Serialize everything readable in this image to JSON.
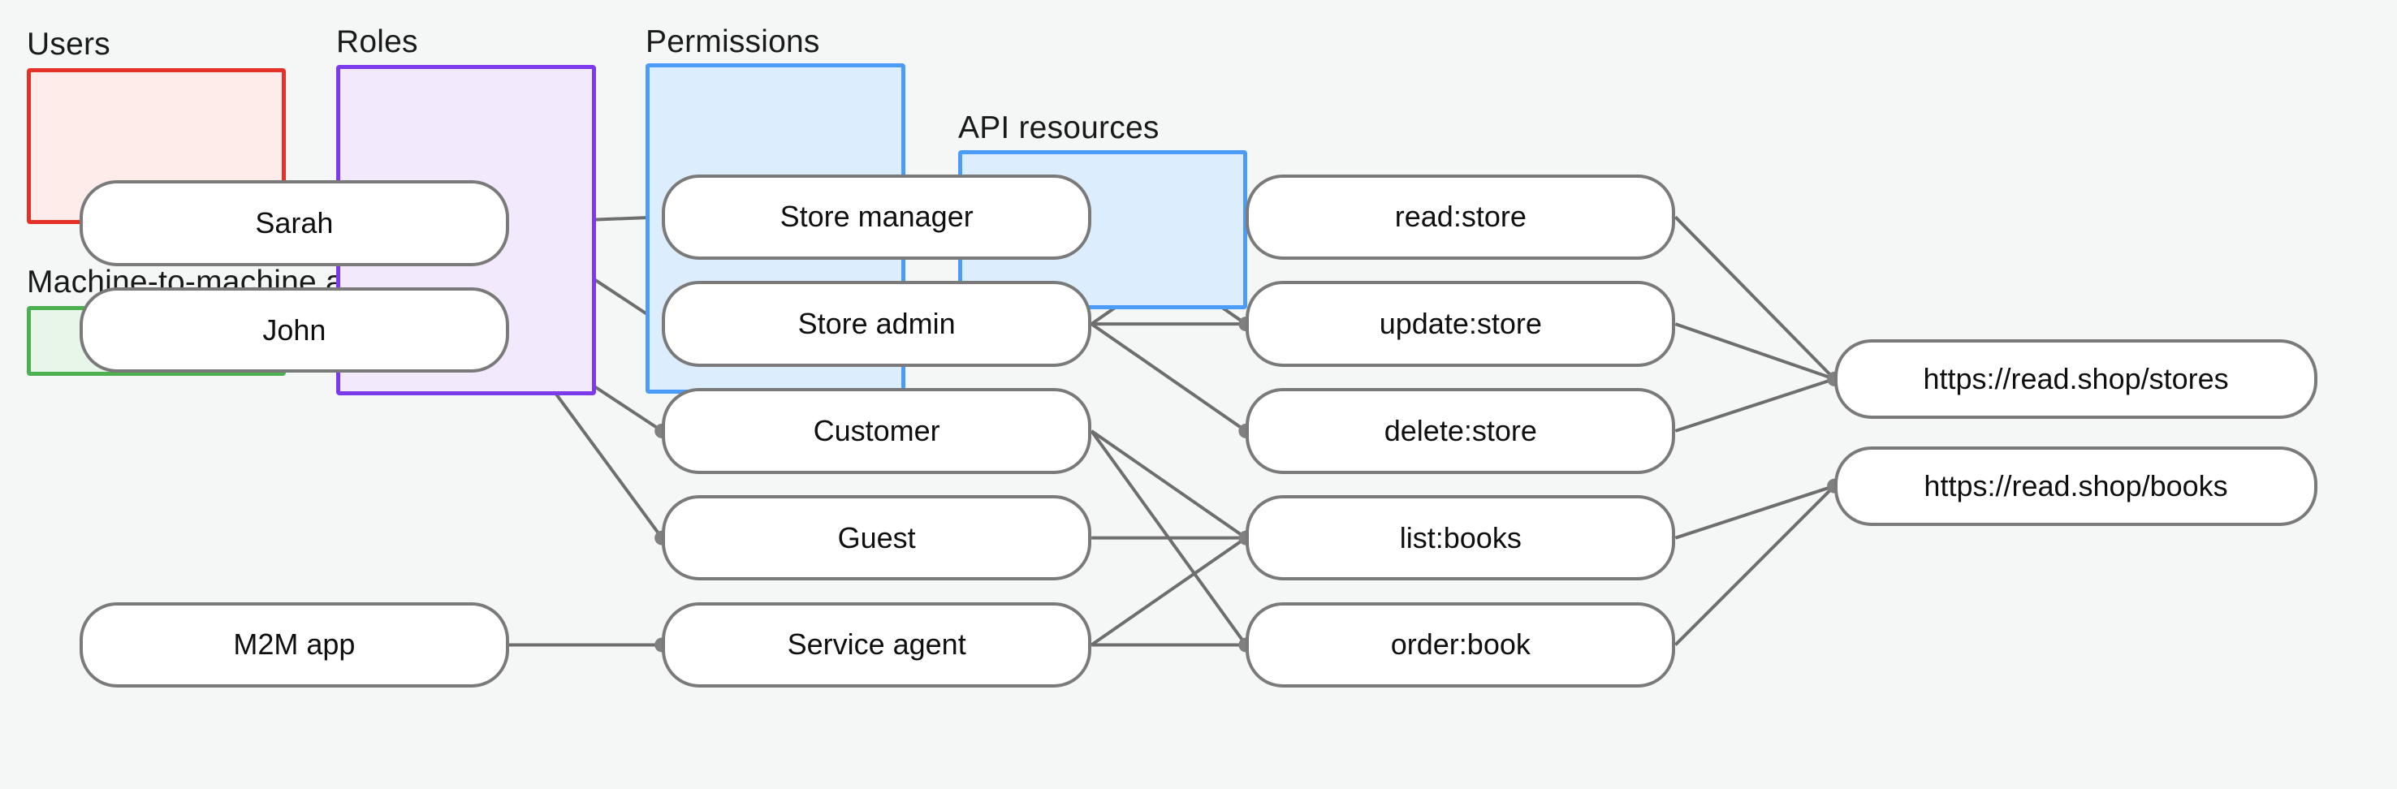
{
  "diagram": {
    "title_users": "Users",
    "title_m2m": "Machine-to-machine apps",
    "title_roles": "Roles",
    "title_permissions": "Permissions",
    "title_api": "API resources",
    "colors": {
      "background": "#f5f7f7",
      "users_border": "#e53229",
      "users_fill": "#fdecea",
      "m2m_border": "#4caf50",
      "m2m_fill": "#e8f6e9",
      "roles_border": "#7c3aed",
      "roles_fill": "#f3e9fd",
      "permissions_border": "#4a9cf6",
      "permissions_fill": "#dceefd",
      "api_border": "#4a9cf6",
      "api_fill": "#dceefd",
      "node_border": "#7a7a7a",
      "node_fill": "#ffffff",
      "wire": "#6e6e6e",
      "text": "#0f0f0f"
    },
    "users": [
      {
        "id": "sarah",
        "label": "Sarah"
      },
      {
        "id": "john",
        "label": "John"
      }
    ],
    "m2m_apps": [
      {
        "id": "m2m",
        "label": "M2M app"
      }
    ],
    "roles": [
      {
        "id": "store-manager",
        "label": "Store manager"
      },
      {
        "id": "store-admin",
        "label": "Store admin"
      },
      {
        "id": "customer",
        "label": "Customer"
      },
      {
        "id": "guest",
        "label": "Guest"
      },
      {
        "id": "service-agent",
        "label": "Service agent"
      }
    ],
    "permissions": [
      {
        "id": "read-store",
        "label": "read:store"
      },
      {
        "id": "update-store",
        "label": "update:store"
      },
      {
        "id": "delete-store",
        "label": "delete:store"
      },
      {
        "id": "list-books",
        "label": "list:books"
      },
      {
        "id": "order-book",
        "label": "order:book"
      }
    ],
    "api_resources": [
      {
        "id": "stores",
        "label": "https://read.shop/stores"
      },
      {
        "id": "books",
        "label": "https://read.shop/books"
      }
    ],
    "links": [
      {
        "from": "sarah",
        "to": "store-manager"
      },
      {
        "from": "sarah",
        "to": "store-admin"
      },
      {
        "from": "john",
        "to": "customer"
      },
      {
        "from": "john",
        "to": "guest"
      },
      {
        "from": "m2m",
        "to": "service-agent"
      },
      {
        "from": "store-manager",
        "to": "read-store"
      },
      {
        "from": "store-manager",
        "to": "update-store"
      },
      {
        "from": "store-admin",
        "to": "read-store"
      },
      {
        "from": "store-admin",
        "to": "update-store"
      },
      {
        "from": "store-admin",
        "to": "delete-store"
      },
      {
        "from": "customer",
        "to": "list-books"
      },
      {
        "from": "customer",
        "to": "order-book"
      },
      {
        "from": "guest",
        "to": "list-books"
      },
      {
        "from": "service-agent",
        "to": "list-books"
      },
      {
        "from": "service-agent",
        "to": "order-book"
      },
      {
        "from": "read-store",
        "to": "stores"
      },
      {
        "from": "update-store",
        "to": "stores"
      },
      {
        "from": "delete-store",
        "to": "stores"
      },
      {
        "from": "list-books",
        "to": "books"
      },
      {
        "from": "order-book",
        "to": "books"
      }
    ]
  }
}
